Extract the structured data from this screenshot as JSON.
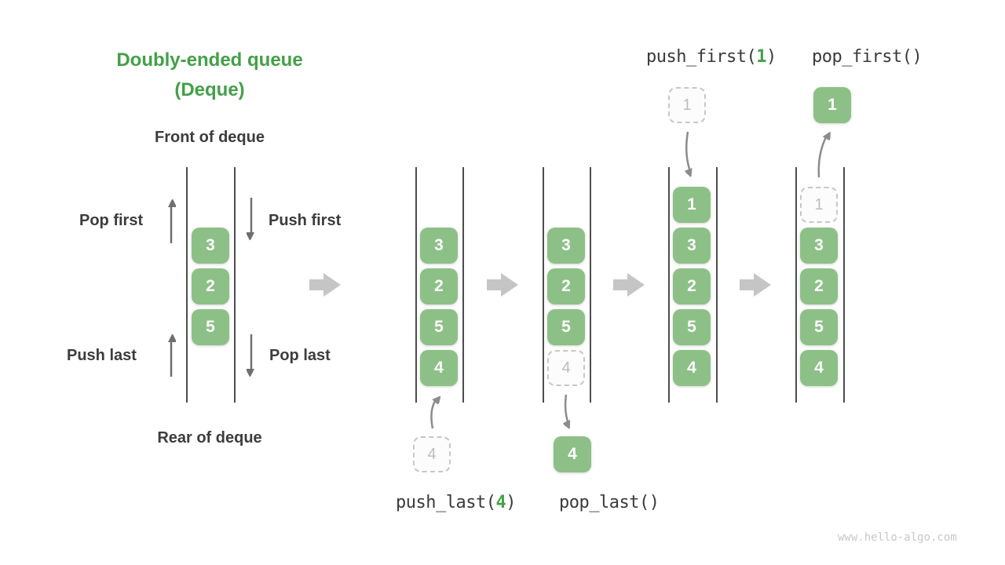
{
  "title": {
    "line1": "Doubly-ended queue",
    "line2": "(Deque)"
  },
  "labels": {
    "front": "Front of deque",
    "rear": "Rear of deque",
    "pop_first": "Pop first",
    "push_first": "Push first",
    "push_last": "Push last",
    "pop_last": "Pop last"
  },
  "ops": {
    "push_first": {
      "prefix": "push_first(",
      "arg": "1",
      "suffix": ")"
    },
    "pop_first": {
      "text": "pop_first()"
    },
    "push_last": {
      "prefix": "push_last(",
      "arg": "4",
      "suffix": ")"
    },
    "pop_last": {
      "text": "pop_last()"
    }
  },
  "stages": [
    {
      "name": "initial",
      "cells": [
        "3",
        "2",
        "5"
      ]
    },
    {
      "name": "after-push-last",
      "cells": [
        "3",
        "2",
        "5",
        "4"
      ],
      "incoming": "4"
    },
    {
      "name": "after-pop-last",
      "cells": [
        "3",
        "2",
        "5"
      ],
      "ghost": "4",
      "popped": "4"
    },
    {
      "name": "after-push-first",
      "cells": [
        "1",
        "3",
        "2",
        "5",
        "4"
      ],
      "incoming": "1"
    },
    {
      "name": "after-pop-first",
      "cells": [
        "3",
        "2",
        "5",
        "4"
      ],
      "ghost": "1",
      "popped": "1"
    }
  ],
  "watermark": "www.hello-algo.com",
  "colors": {
    "accent_green": "#43a047",
    "cell_green": "#8dc087",
    "ghost_border": "#c7c7c7",
    "thin_arrow_gray": "#6f6f6f",
    "flow_arrow_gray": "#8c8c8c",
    "transition_arrow_gray": "#c5c5c5"
  }
}
